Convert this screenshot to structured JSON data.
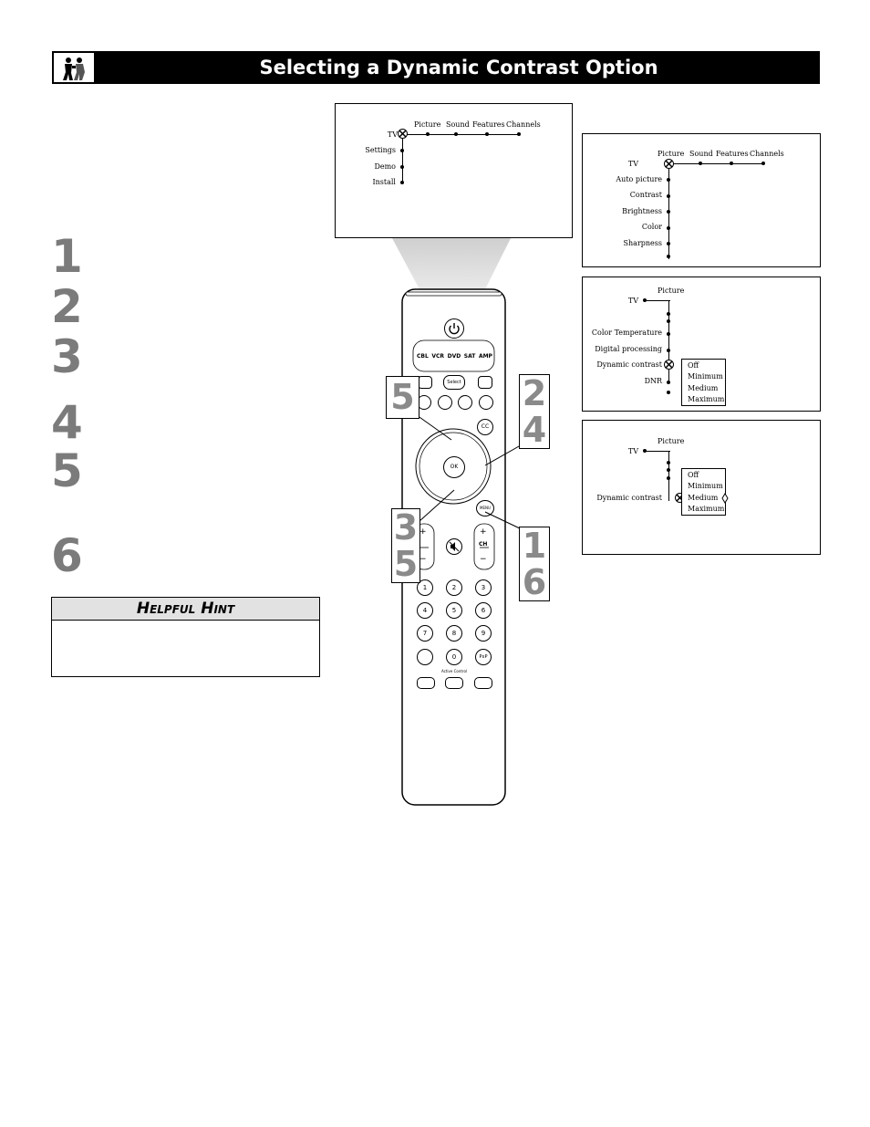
{
  "header": {
    "title": "Selecting a Dynamic Contrast Option"
  },
  "steps": [
    "1",
    "2",
    "3",
    "4",
    "5",
    "6"
  ],
  "hint": {
    "title": "Helpful Hint"
  },
  "screen1": {
    "top_items": [
      "Picture",
      "Sound",
      "Features",
      "Channels"
    ],
    "root": "TV",
    "left_items": [
      "Settings",
      "Demo",
      "Install"
    ]
  },
  "screen2": {
    "top_items": [
      "Picture",
      "Sound",
      "Features",
      "Channels"
    ],
    "root": "TV",
    "left_items": [
      "Auto picture",
      "Contrast",
      "Brightness",
      "Color",
      "Sharpness"
    ]
  },
  "screen3": {
    "top": "Picture",
    "root": "TV",
    "left_items": [
      "Color Temperature",
      "Digital processing",
      "Dynamic contrast",
      "DNR"
    ],
    "options": [
      "Off",
      "Minimum",
      "Medium",
      "Maximum"
    ]
  },
  "screen4": {
    "top": "Picture",
    "root": "TV",
    "left_item": "Dynamic contrast",
    "options": [
      "Off",
      "Minimum",
      "Medium",
      "Maximum"
    ]
  },
  "remote": {
    "sources": [
      "CBL",
      "VCR",
      "DVD",
      "SAT",
      "AMP"
    ],
    "select_label": "Select",
    "ok_label": "OK",
    "cc_label": "CC",
    "menu_label": "MENU",
    "ch_label": "CH",
    "plus": "+",
    "minus": "−",
    "digits": [
      "1",
      "2",
      "3",
      "4",
      "5",
      "6",
      "7",
      "8",
      "9",
      "0"
    ],
    "pip_label": "PxP",
    "active_control_label": "Active Control"
  },
  "callouts": {
    "left_top": [
      "5"
    ],
    "right_top": [
      "2",
      "4"
    ],
    "left_bottom": [
      "3",
      "5"
    ],
    "right_bottom": [
      "1",
      "6"
    ]
  }
}
